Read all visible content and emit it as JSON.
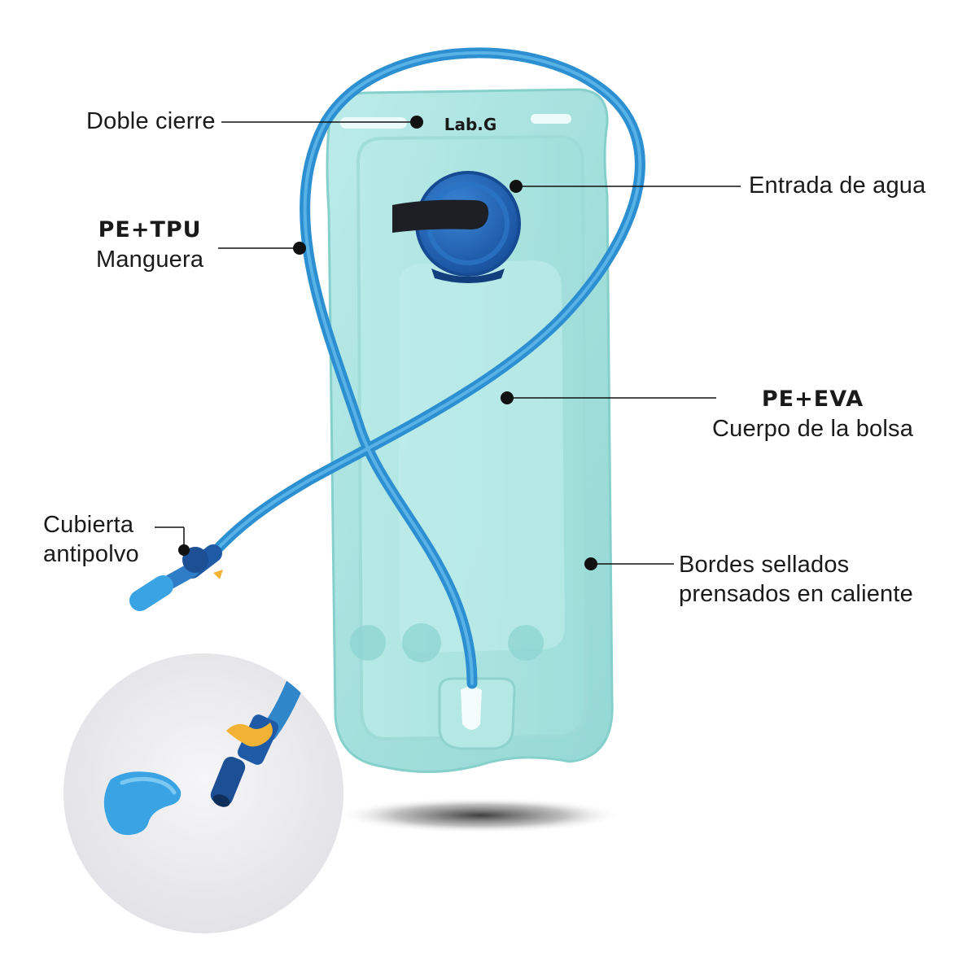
{
  "brand": {
    "logo_text": "Lab.G"
  },
  "callouts": {
    "doble_cierre": {
      "text": "Doble cierre"
    },
    "manguera": {
      "material": "PE+TPU",
      "text": "Manguera"
    },
    "entrada_agua": {
      "text": "Entrada de agua"
    },
    "cuerpo_bolsa": {
      "material": "PE+EVA",
      "text": "Cuerpo de la bolsa"
    },
    "cubierta": {
      "line1": "Cubierta",
      "line2": "antipolvo"
    },
    "bordes": {
      "line1": "Bordes sellados",
      "line2": "prensados en caliente"
    }
  },
  "colors": {
    "bag": "#a9e3e0",
    "bag_edge": "#8fd6d2",
    "tube": "#2f9ad6",
    "cap": "#1e63b8",
    "strap": "#1d1f24",
    "valve_accent": "#f2b233",
    "inset_bg": "#ececef",
    "leader": "#111111"
  },
  "icons": {
    "cap": "screw-cap-icon",
    "bite_valve": "bite-valve-icon",
    "dot": "callout-dot-icon"
  }
}
